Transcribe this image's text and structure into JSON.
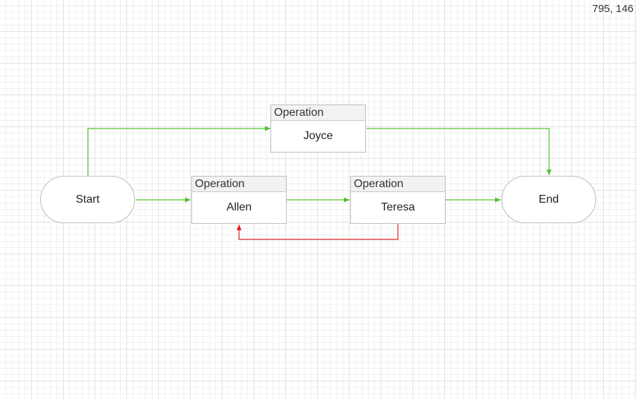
{
  "coordinates": "795, 146",
  "nodes": {
    "start": {
      "label": "Start"
    },
    "end": {
      "label": "End"
    },
    "joyce": {
      "type": "Operation",
      "label": "Joyce"
    },
    "allen": {
      "type": "Operation",
      "label": "Allen"
    },
    "teresa": {
      "type": "Operation",
      "label": "Teresa"
    }
  },
  "colors": {
    "forward_edge": "#53c22b",
    "return_edge": "#e02020"
  },
  "edges": [
    {
      "from": "Start",
      "to": "Joyce",
      "color": "green"
    },
    {
      "from": "Start",
      "to": "Allen",
      "color": "green"
    },
    {
      "from": "Allen",
      "to": "Teresa",
      "color": "green"
    },
    {
      "from": "Teresa",
      "to": "End",
      "color": "green"
    },
    {
      "from": "Joyce",
      "to": "End",
      "color": "green"
    },
    {
      "from": "Teresa",
      "to": "Allen",
      "color": "red"
    }
  ]
}
